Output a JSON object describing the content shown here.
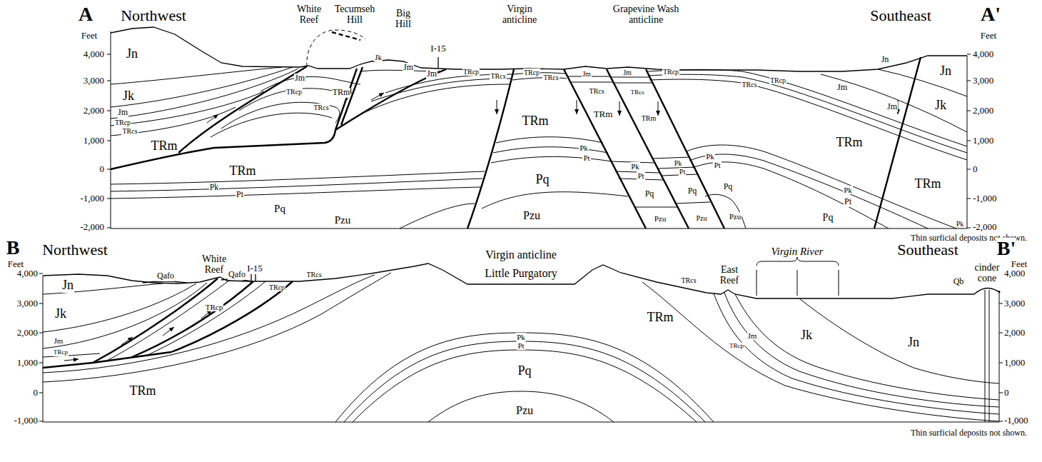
{
  "diagram": {
    "labels": [
      "A",
      "Northwest",
      "White Reef",
      "Tecumseh Hill",
      "Big Hill",
      "I-15",
      "Virgin anticline",
      "Grapevine Wash anticline",
      "Southeast",
      "A'",
      "Feet",
      "4,000",
      "3,000",
      "2,000",
      "1,000",
      "0",
      "-1,000",
      "-2,000",
      "Feet",
      "4,000",
      "3,000",
      "2,000",
      "1,000",
      "0",
      "-1,000",
      "-2,000",
      "Thin surficial deposits not shown.",
      "Jn",
      "Jk",
      "Jm",
      "TRcp",
      "TRcs",
      "TRm",
      "Jk",
      "Jm",
      "TRcp",
      "TRcs",
      "TRm",
      "Jm",
      "Jm",
      "TRm",
      "Pk",
      "Pt",
      "Pq",
      "Pzu",
      "TRcp",
      "TRcs",
      "TRcp",
      "TRcs",
      "TRm",
      "Pk",
      "Pt",
      "Pq",
      "Pzu",
      "Jm",
      "TRcs",
      "TRm",
      "Pk",
      "Pt",
      "Pq",
      "Pzu",
      "Jm",
      "TRcs",
      "TRm",
      "Pk",
      "Pt",
      "Pq",
      "Pzu",
      "TRcp",
      "Pk",
      "Pt",
      "Pq",
      "Pzu",
      "TRcs",
      "TRcp",
      "Jm",
      "Jn",
      "Jm",
      "Jn",
      "Jk",
      "TRm",
      "TRm",
      "Pk",
      "Pt",
      "Pq",
      "Pk",
      "B",
      "Northwest",
      "White Reef",
      "I-15",
      "Virgin anticline",
      "Little Purgatory",
      "East Reef",
      "Virgin River",
      "Southeast",
      "B'",
      "cinder cone",
      "Qb",
      "Qafo",
      "Qafo",
      "TRcp",
      "TRcs",
      "TRcs",
      "Jn",
      "Jk",
      "Jm",
      "TRcp",
      "TRcp",
      "TRm",
      "Pk",
      "Pt",
      "Pq",
      "Pzu",
      "TRm",
      "Jm",
      "TRcp",
      "Jk",
      "Jn",
      "Feet",
      "4,000",
      "3,000",
      "2,000",
      "1,000",
      "0",
      "-1,000",
      "Feet",
      "4,000",
      "3,000",
      "2,000",
      "1,000",
      "0",
      "-1,000",
      "Thin surficial deposits not shown."
    ]
  }
}
